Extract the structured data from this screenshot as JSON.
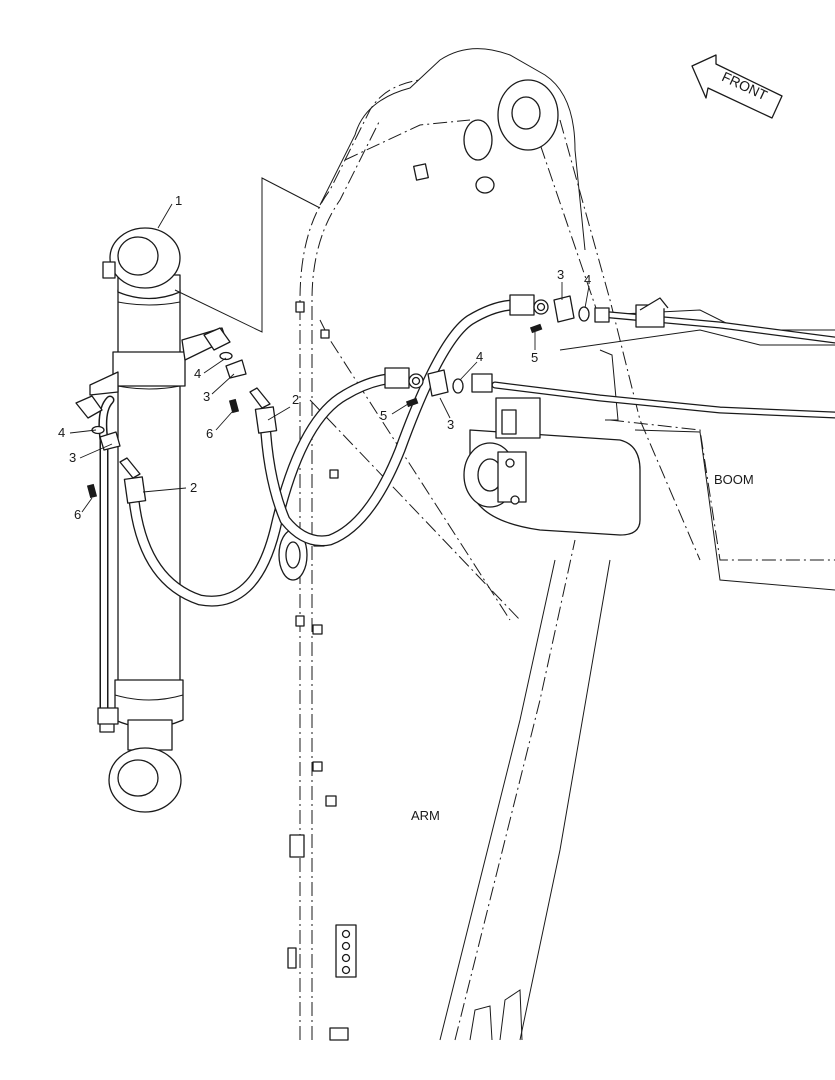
{
  "front_indicator": {
    "label": "FRONT"
  },
  "area_labels": {
    "boom": "BOOM",
    "arm": "ARM"
  },
  "callouts": [
    {
      "id": "c1",
      "text": "1"
    },
    {
      "id": "c2a",
      "text": "2"
    },
    {
      "id": "c2b",
      "text": "2"
    },
    {
      "id": "c3a",
      "text": "3"
    },
    {
      "id": "c3b",
      "text": "3"
    },
    {
      "id": "c3c",
      "text": "3"
    },
    {
      "id": "c3d",
      "text": "3"
    },
    {
      "id": "c4a",
      "text": "4"
    },
    {
      "id": "c4b",
      "text": "4"
    },
    {
      "id": "c4c",
      "text": "4"
    },
    {
      "id": "c4d",
      "text": "4"
    },
    {
      "id": "c5a",
      "text": "5"
    },
    {
      "id": "c5b",
      "text": "5"
    },
    {
      "id": "c6a",
      "text": "6"
    },
    {
      "id": "c6b",
      "text": "6"
    }
  ],
  "colors": {
    "line": "#1a1a1a",
    "background": "#ffffff"
  }
}
